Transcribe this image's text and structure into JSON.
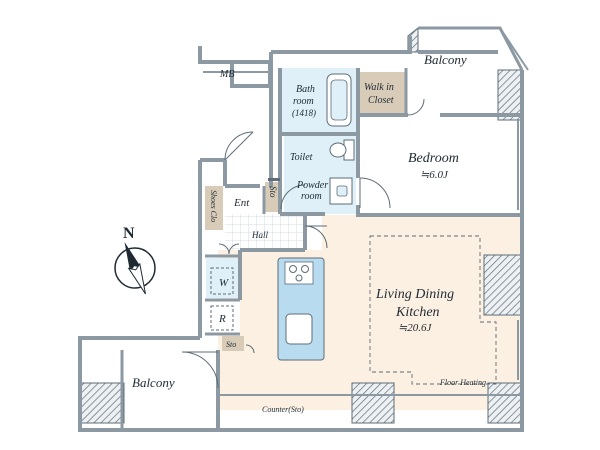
{
  "rooms": {
    "balcony_top": "Balcony",
    "mb": "MB",
    "bathroom": [
      "Bath",
      "room",
      "(1418)"
    ],
    "walkin": [
      "Walk in",
      "Closet"
    ],
    "toilet": "Toilet",
    "powder": [
      "Powder",
      "room"
    ],
    "bedroom": {
      "name": "Bedroom",
      "area": "≒6.0J"
    },
    "sto": "Sto",
    "ent": "Ent",
    "shoes": "Shoes Clo",
    "hall": "Hall",
    "w": "W",
    "r": "R",
    "sto2": "Sto",
    "ldk": {
      "name1": "Living Dining",
      "name2": "Kitchen",
      "area": "≒20.6J"
    },
    "floor_heating": "Floor Heating",
    "balcony_bottom": "Balcony",
    "counter": "Counter(Sto)"
  },
  "compass": {
    "north": "N"
  },
  "colors": {
    "wall": "#8c99a3",
    "wet_area": "#dff0f8",
    "living": "#fbf0e2",
    "closet": "#d8ccb8",
    "kitchen_counter": "#b9dbef",
    "hatch": "#5e6d78",
    "text": "#1f2a33"
  }
}
